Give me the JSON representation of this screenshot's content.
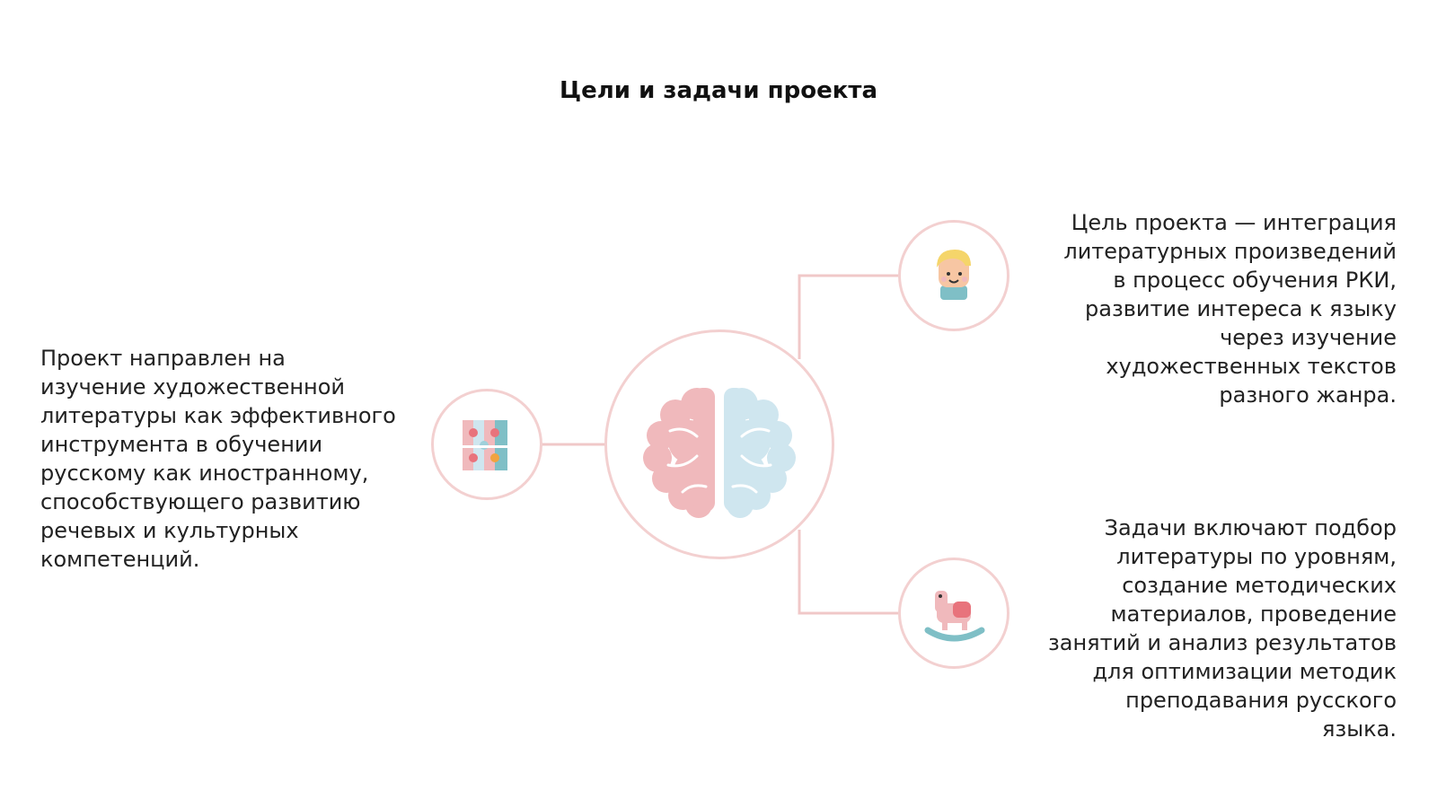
{
  "title": "Цели и задачи проекта",
  "colors": {
    "circle_border": "#f3d0d0",
    "connector": "#f0c8c8",
    "brain_left": "#f0b9bc",
    "brain_right": "#cfe6ef"
  },
  "icons": {
    "center": "brain-icon",
    "left": "puzzle-icon",
    "top_right": "child-face-icon",
    "bottom_right": "rocking-horse-icon"
  },
  "blocks": {
    "left": "Проект направлен на\nизучение художественной\nлитературы как эффективного\nинструмента в обучении\nрусскому как иностранному,\nспособствующего развитию\nречевых и культурных\nкомпетенций.",
    "top_right": "Цель проекта — интеграция\nлитературных произведений\nв процесс обучения РКИ,\nразвитие интереса к языку\nчерез изучение\nхудожественных текстов\nразного жанра.",
    "bottom_right": "Задачи включают подбор\nлитературы по уровням,\nсоздание методических\nматериалов, проведение\nзанятий и анализ результатов\nдля оптимизации методик\nпреподавания русского\nязыка."
  }
}
